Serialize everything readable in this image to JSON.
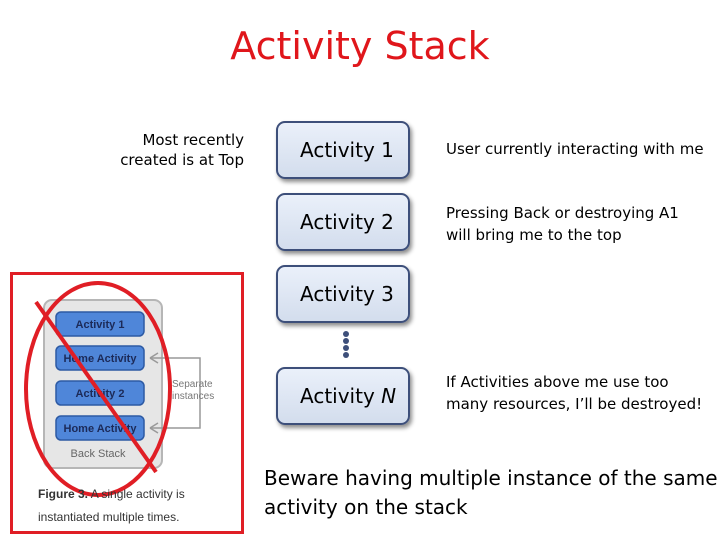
{
  "title": "Activity Stack",
  "top_note": {
    "line1": "Most recently",
    "line2": "created is at Top"
  },
  "stack": {
    "items": [
      {
        "prefix": "Activity ",
        "suffix": "1"
      },
      {
        "prefix": "Activity ",
        "suffix": "2"
      },
      {
        "prefix": "Activity ",
        "suffix": "3"
      },
      {
        "prefix": "Activity ",
        "suffix": "N"
      }
    ]
  },
  "side_notes": {
    "n1": "User currently interacting with me",
    "n2_line1": "Pressing Back or destroying A1",
    "n2_line2": "will bring me to the top",
    "n3_line1": "If Activities above me use too",
    "n3_line2": "many resources, I’ll be destroyed!"
  },
  "warning": {
    "line1": "Beware having multiple instance of the same",
    "line2": "activity on the stack"
  },
  "figure": {
    "items": [
      "Activity 1",
      "Home Activity",
      "Activity 2",
      "Home Activity"
    ],
    "back_stack_label": "Back Stack",
    "separate_line1": "Separate",
    "separate_line2": "instances",
    "caption_num": "Figure 3.",
    "caption_text1": " A single activity is",
    "caption_text2": "instantiated multiple times.",
    "strike_color": "#e01e25",
    "item_color": "#4f86d9"
  },
  "colors": {
    "title": "#e0161b",
    "box_border": "#3d4f7a",
    "box_fill": "#d3dded"
  }
}
